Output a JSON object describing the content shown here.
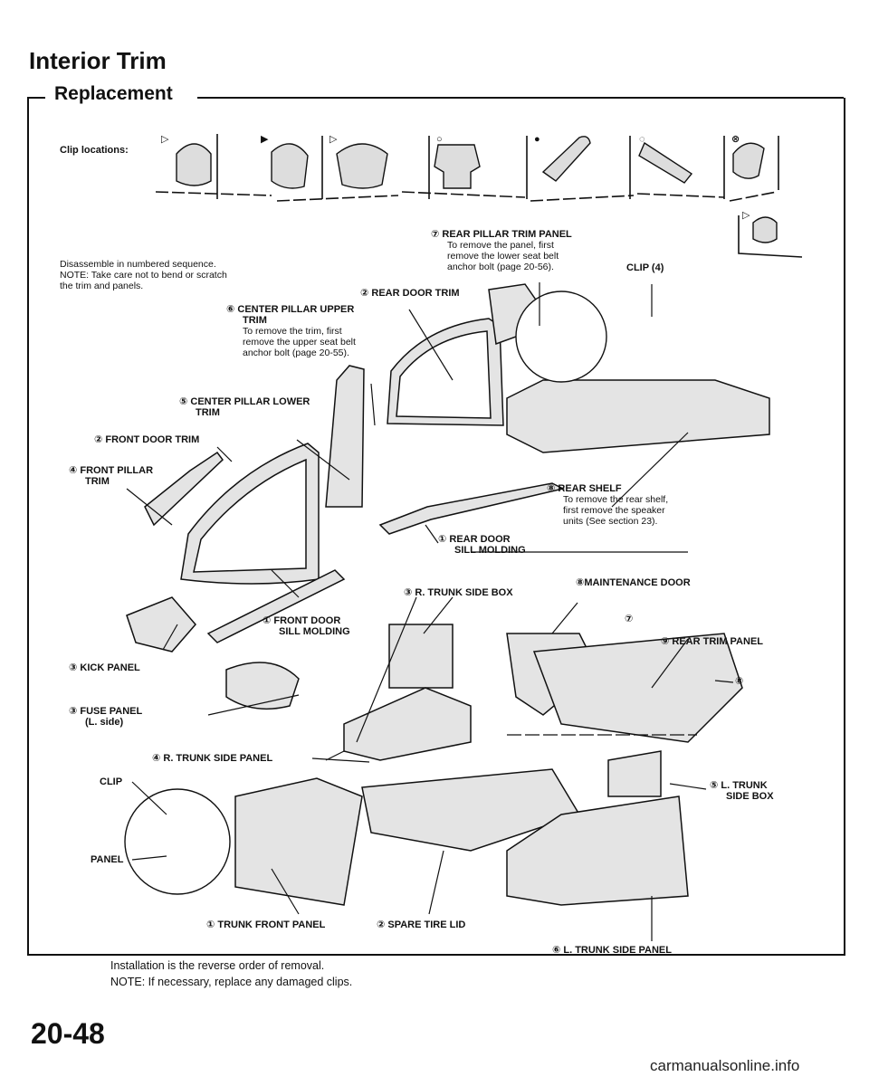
{
  "header": {
    "title": "Interior Trim",
    "section": "Replacement"
  },
  "clip_locations_label": "Clip locations:",
  "clip_markers": [
    "▷",
    "▶",
    "▷",
    "○",
    "●",
    "◌",
    "⊗",
    "▷"
  ],
  "intro": {
    "line1": "Disassemble in numbered sequence.",
    "line2": "NOTE: Take care not to bend or scratch",
    "line3": "the trim and panels."
  },
  "callouts": {
    "rear_pillar_title": "⑦ REAR PILLAR TRIM PANEL",
    "rear_pillar_n1": "To remove the panel, first",
    "rear_pillar_n2": "remove the lower seat belt",
    "rear_pillar_n3": "anchor bolt (page 20-56).",
    "clip4": "CLIP (4)",
    "rear_door_trim": "② REAR DOOR TRIM",
    "center_upper_t1": "⑥ CENTER PILLAR UPPER",
    "center_upper_t2": "TRIM",
    "center_upper_n1": "To remove the trim, first",
    "center_upper_n2": "remove the upper seat belt",
    "center_upper_n3": "anchor bolt (page 20-55).",
    "center_lower_t1": "⑤ CENTER PILLAR LOWER",
    "center_lower_t2": "TRIM",
    "front_door_trim": "② FRONT DOOR TRIM",
    "front_pillar_t1": "④ FRONT PILLAR",
    "front_pillar_t2": "TRIM",
    "rear_shelf_t": "⑧ REAR SHELF",
    "rear_shelf_n1": "To remove the rear shelf,",
    "rear_shelf_n2": "first remove the speaker",
    "rear_shelf_n3": "units (See section 23).",
    "rear_sill_t1": "① REAR DOOR",
    "rear_sill_t2": "SILL MOLDING",
    "r_trunk_box": "③ R. TRUNK SIDE BOX",
    "maintenance_door": "⑧MAINTENANCE DOOR",
    "num7": "⑦",
    "rear_trim_panel": "⑨ REAR TRIM PANEL",
    "num8": "⑧",
    "front_sill_t1": "① FRONT DOOR",
    "front_sill_t2": "SILL MOLDING",
    "kick_panel": "③ KICK PANEL",
    "fuse_panel_t1": "③ FUSE PANEL",
    "fuse_panel_t2": "(L. side)",
    "r_trunk_panel": "④ R. TRUNK SIDE PANEL",
    "l_trunk_box_t1": "⑤ L. TRUNK",
    "l_trunk_box_t2": "SIDE BOX",
    "clip": "CLIP",
    "panel": "PANEL",
    "trunk_front_panel": "① TRUNK FRONT PANEL",
    "spare_tire_lid": "② SPARE TIRE LID",
    "l_trunk_panel": "⑥ L. TRUNK SIDE PANEL"
  },
  "footer_notes": {
    "line1": "Installation is the reverse order of removal.",
    "line2": "NOTE:  If necessary, replace any damaged clips."
  },
  "page_number": "20-48",
  "watermark": "carmanualsonline.info"
}
